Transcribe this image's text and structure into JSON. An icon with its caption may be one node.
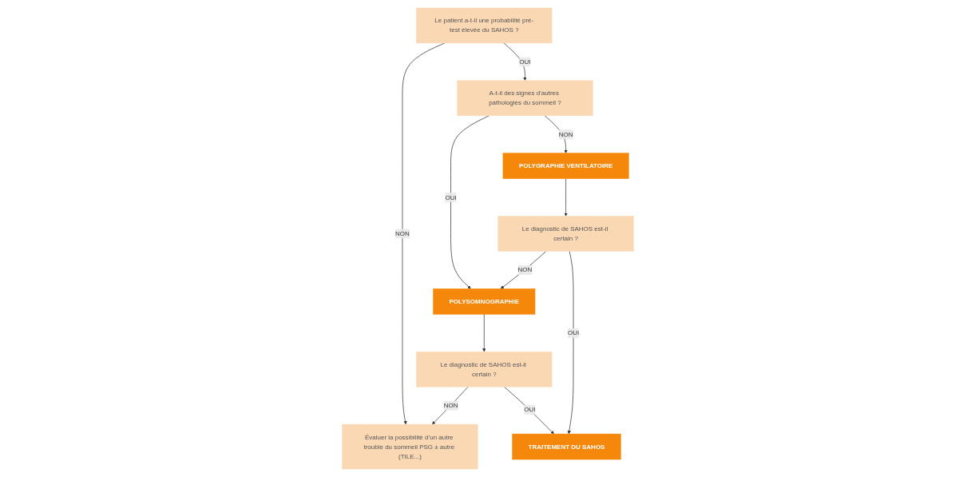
{
  "diagram": {
    "nodes": [
      {
        "text": [
          "Le patient a-t-il une probabilité pré-test élevée du SAHOS ?"
        ]
      },
      {
        "text": [
          "Évaluer la possibilité d’un autre trouble du sommeil PSG ± autre (TILE...)"
        ]
      },
      {
        "text": [
          "A-t-il des signes d’autres pathologies du sommeil ?"
        ]
      },
      {
        "text": [
          "POLYSOMNOGRAPHIE"
        ]
      },
      {
        "text": [
          "Le diagnostic de SAHOS est-il certain ?"
        ]
      },
      {
        "text": [
          "POLYGRAPHIE VENTILATOIRE"
        ]
      },
      {
        "text": [
          "Le diagnostic de SAHOS est-il certain ?"
        ]
      },
      {
        "text": [
          "TRAITEMENT DU SAHOS"
        ]
      }
    ],
    "edges": [
      {
        "from": 0,
        "to": 1,
        "arrow": "to",
        "label": "NON"
      },
      {
        "from": 0,
        "to": 2,
        "arrow": "to",
        "label": "OUI"
      },
      {
        "from": 2,
        "to": 3,
        "arrow": "to",
        "label": "OUI"
      },
      {
        "from": 2,
        "to": 5,
        "arrow": "to",
        "label": "NON"
      },
      {
        "from": 3,
        "to": 4,
        "arrow": "to"
      },
      {
        "from": 4,
        "to": 1,
        "arrow": "to",
        "label": "NON"
      },
      {
        "from": 4,
        "to": 7,
        "arrow": "to",
        "label": "OUI"
      },
      {
        "from": 5,
        "to": 6,
        "arrow": "to"
      },
      {
        "from": 6,
        "to": 3,
        "arrow": "to",
        "label": "NON"
      },
      {
        "from": 6,
        "to": 7,
        "arrow": "to",
        "label": "OUI"
      }
    ]
  }
}
